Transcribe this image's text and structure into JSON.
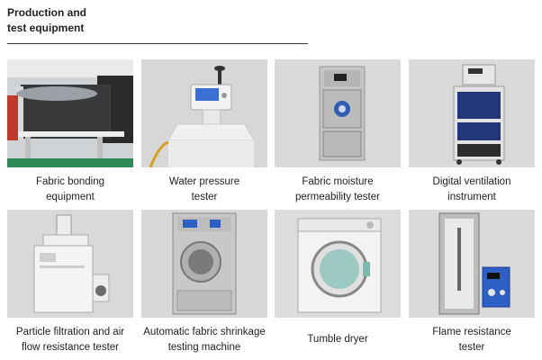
{
  "heading": {
    "line1": "Production and",
    "line2": "test equipment"
  },
  "items": [
    {
      "line1": "Fabric bonding",
      "line2": "equipment"
    },
    {
      "line1": "Water pressure",
      "line2": "tester"
    },
    {
      "line1": "Fabric moisture",
      "line2": "permeability tester"
    },
    {
      "line1": "Digital ventilation",
      "line2": "instrument"
    },
    {
      "line1": "Particle filtration and air",
      "line2": "flow resistance tester"
    },
    {
      "line1": "Automatic fabric shrinkage",
      "line2": "testing machine"
    },
    {
      "line1": "Tumble dryer",
      "line2": ""
    },
    {
      "line1": "Flame resistance",
      "line2": "tester"
    }
  ]
}
